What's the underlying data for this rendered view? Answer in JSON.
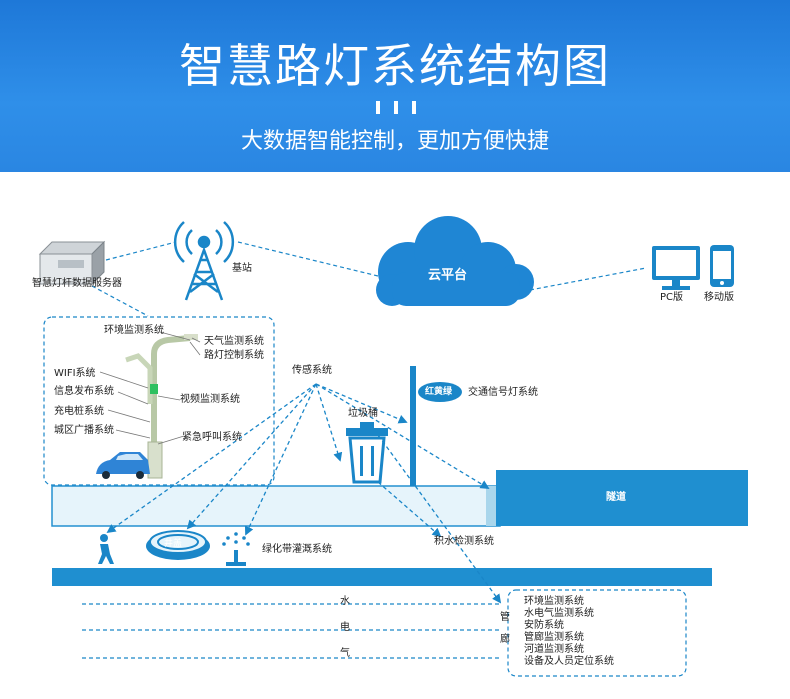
{
  "header": {
    "title": "智慧路灯系统结构图",
    "subtitle": "大数据智能控制，更加方便快捷"
  },
  "colors": {
    "banner": "#2a86e2",
    "accent": "#1a86c8",
    "road": "#e6f4fb",
    "road_border": "#2490d0",
    "tunnel": "#1f8fd0",
    "line": "#1a86c8"
  },
  "nodes": {
    "server": "智慧灯杆数据服务器",
    "base_station": "基站",
    "cloud": "云平台",
    "pc": "PC版",
    "mobile": "移动版",
    "sensor": "传感系统",
    "traffic_sign": "红黄绿",
    "traffic_light": "交通信号灯系统",
    "trash": "垃圾桶",
    "tunnel": "隧道",
    "irrigation": "绿化带灌溉系统",
    "water": "积水检测系统",
    "manhole": "井盖"
  },
  "pole_systems": {
    "env": "环境监测系统",
    "weather": "天气监测系统",
    "lamp": "路灯控制系统",
    "wifi": "WIFI系统",
    "info": "信息发布系统",
    "charging": "充电桩系统",
    "broadcast": "城区广播系统",
    "video": "视频监测系统",
    "emergency": "紧急呼叫系统"
  },
  "pipes": {
    "water": "水",
    "electric": "电",
    "gas": "气",
    "gallery_top": "管",
    "gallery_bottom": "廊"
  },
  "gallery_systems": [
    "环境监测系统",
    "水电气监测系统",
    "安防系统",
    "管廊监测系统",
    "河道监测系统",
    "设备及人员定位系统"
  ]
}
